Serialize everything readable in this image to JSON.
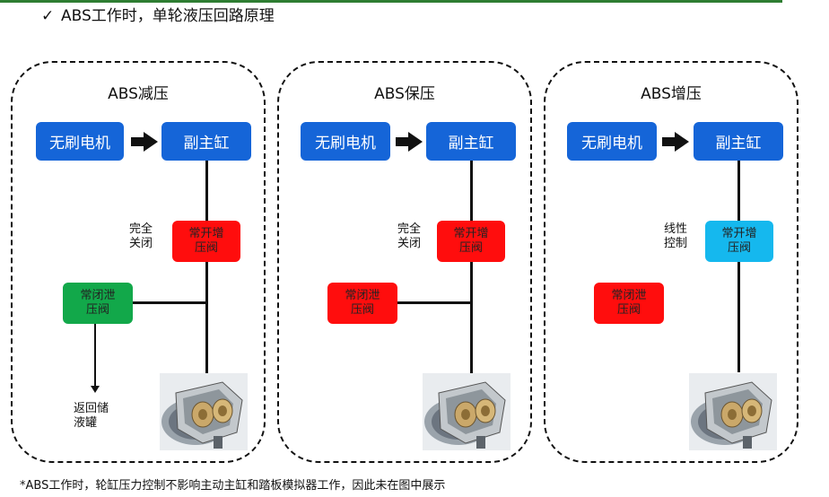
{
  "header": {
    "check": "✓",
    "title": "ABS工作时，单轮液压回路原理"
  },
  "footnote": "*ABS工作时，轮缸压力控制不影响主动主缸和踏板模拟器工作，因此未在图中展示",
  "colors": {
    "blue": "#1565d8",
    "red": "#ff0d0d",
    "green": "#12a84a",
    "light_blue": "#15b8ee",
    "accent_line": "#2e7d32"
  },
  "panels": [
    {
      "title": "ABS减压",
      "motor": "无刷电机",
      "master": "副主缸",
      "inlet_label": [
        "常开增",
        "压阀"
      ],
      "inlet_state": [
        "完全",
        "关闭"
      ],
      "outlet_label": [
        "常闭泄",
        "压阀"
      ],
      "return_label": [
        "返回储",
        "液罐"
      ]
    },
    {
      "title": "ABS保压",
      "motor": "无刷电机",
      "master": "副主缸",
      "inlet_label": [
        "常开增",
        "压阀"
      ],
      "inlet_state": [
        "完全",
        "关闭"
      ],
      "outlet_label": [
        "常闭泄",
        "压阀"
      ]
    },
    {
      "title": "ABS增压",
      "motor": "无刷电机",
      "master": "副主缸",
      "inlet_label": [
        "常开增",
        "压阀"
      ],
      "inlet_state": [
        "线性",
        "控制"
      ],
      "outlet_label": [
        "常闭泄",
        "压阀"
      ]
    }
  ],
  "icons": {
    "caliper": "brake-caliper-icon",
    "arrow": "right-arrow-icon"
  }
}
